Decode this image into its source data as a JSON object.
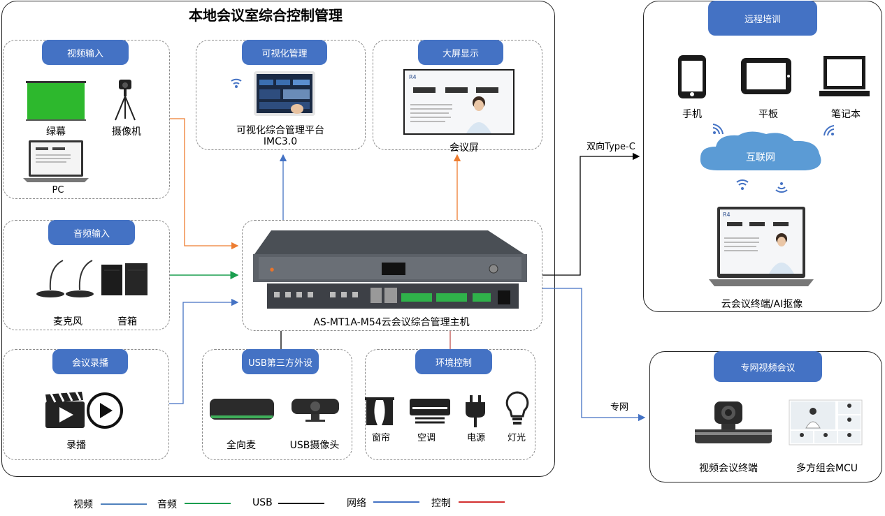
{
  "main_title": "本地会议室综合控制管理",
  "video_input": {
    "title": "视频输入",
    "green_screen": "绿幕",
    "camera": "摄像机",
    "pc": "PC"
  },
  "visual_mgmt": {
    "title": "可视化管理",
    "platform": "可视化综合管理平台",
    "version": "IMC3.0"
  },
  "big_screen": {
    "title": "大屏显示",
    "label": "会议屏"
  },
  "audio_input": {
    "title": "音频输入",
    "mic": "麦克风",
    "speaker": "音箱"
  },
  "host": {
    "label": "AS-MT1A-M54云会议综合管理主机"
  },
  "recording": {
    "title": "会议录播",
    "label": "录播"
  },
  "usb_peripheral": {
    "title": "USB第三方外设",
    "omni_mic": "全向麦",
    "usb_cam": "USB摄像头"
  },
  "env_control": {
    "title": "环境控制",
    "curtain": "窗帘",
    "ac": "空调",
    "power": "电源",
    "light": "灯光"
  },
  "remote_training": {
    "title": "远程培训",
    "phone": "手机",
    "tablet": "平板",
    "laptop": "笔记本",
    "internet": "互联网",
    "cloud_terminal": "云会议终端/AI抠像"
  },
  "private_video": {
    "title": "专网视频会议",
    "terminal": "视频会议终端",
    "mcu": "多方组会MCU"
  },
  "link_labels": {
    "typec": "双向Type-C",
    "private_net": "专网"
  },
  "legend": [
    {
      "label": "视频",
      "color": "#4f81bd"
    },
    {
      "label": "音频",
      "color": "#1a9e4f"
    },
    {
      "label": "USB",
      "color": "#000000"
    },
    {
      "label": "网络",
      "color": "#4472c4"
    },
    {
      "label": "控制",
      "color": "#d32f2f"
    }
  ],
  "colors": {
    "pill": "#4472c4",
    "video_line": "#ed7d31",
    "audio_line": "#1a9e4f",
    "net_line": "#4472c4",
    "ctrl_line": "#c0504d"
  }
}
